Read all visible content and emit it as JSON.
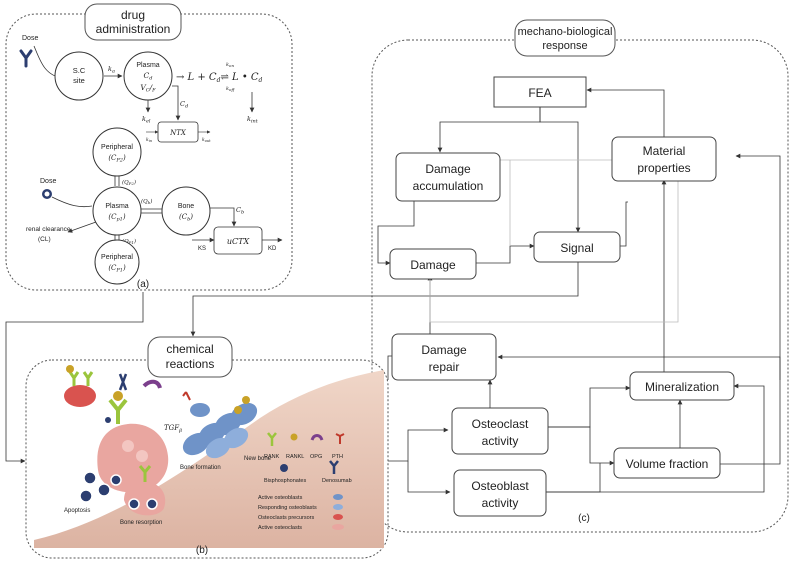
{
  "panel_a": {
    "title_line1": "drug",
    "title_line2": "administration",
    "caption": "(a)",
    "dose_label_top": "Dose",
    "dose_label_bottom": "Dose",
    "sc_site_line1": "S.C",
    "sc_site_line2": "site",
    "ka": "k",
    "ka_sub": "a",
    "plasma_top_line1": "Plasma",
    "plasma_top_line2": "C",
    "plasma_top_line2_sub": "d",
    "plasma_top_line3": "V",
    "plasma_top_line3_sub": "C",
    "plasma_top_line3_tail": "/",
    "plasma_top_line3_f": "F",
    "kel": "k",
    "kel_sub": "el",
    "reaction": "→ L + C",
    "reaction_sub": "d",
    "reaction_tail": "⇌ L • C",
    "reaction_tail_sub": "d",
    "kon": "k",
    "kon_sub": "on",
    "koff": "k",
    "koff_sub": "off",
    "kint": "k",
    "kint_sub": "int",
    "cd_arrow_label": "C",
    "cd_arrow_sub": "d",
    "ntx_label": "NTX",
    "ntx_kin": "k",
    "ntx_kin_sub": "in",
    "ntx_kout": "k",
    "ntx_kout_sub": "out",
    "peripheral_top_line1": "Peripheral",
    "peripheral_top_line2": "(C",
    "peripheral_top_line2_sub": "P2",
    "peripheral_top_line2_tail": ")",
    "qp2": "(Q",
    "qp2_sub": "P2",
    "qp2_tail": ")",
    "plasma_mid_line1": "Plasma",
    "plasma_mid_line2": "(C",
    "plasma_mid_line2_sub": "p1",
    "plasma_mid_line2_tail": ")",
    "qb": "(Q",
    "qb_sub": "b",
    "qb_tail": ")",
    "bone_line1": "Bone",
    "bone_line2": "(C",
    "bone_line2_sub": "b",
    "bone_line2_tail": ")",
    "cb": "C",
    "cb_sub": "b",
    "renal_line1": "renal clearance",
    "renal_line2": "(CL)",
    "qp1": "(Q",
    "qp1_sub": "P1",
    "qp1_tail": ")",
    "peripheral_bot_line1": "Peripheral",
    "peripheral_bot_line2": "(C",
    "peripheral_bot_line2_sub": "P1",
    "peripheral_bot_line2_tail": ")",
    "uctx": "uCTX",
    "ks": "KS",
    "kd": "KD"
  },
  "panel_b": {
    "title_line1": "chemical",
    "title_line2": "reactions",
    "caption": "(b)",
    "tgf": "TGF",
    "tgf_sub": "β",
    "new_bone": "New bone",
    "bone_formation": "Bone formation",
    "apoptosis": "Apoptosis",
    "bone_resorption": "Bone resorption",
    "legend_rank": "RANK",
    "legend_rankl": "RANKL",
    "legend_opg": "OPG",
    "legend_pth": "PTH",
    "legend_bisphosphonates": "Bisphosphonates",
    "legend_denosumab": "Denosumab",
    "legend_active_ob": "Active osteoblasts",
    "legend_responding_ob": "Responding osteoblasts",
    "legend_oc_precursors": "Osteoclasts precursors",
    "legend_active_oc": "Active osteoclasts"
  },
  "panel_c": {
    "title_line1": "mechano-biological",
    "title_line2": "response",
    "caption": "(c)",
    "fea": "FEA",
    "damage_accumulation_line1": "Damage",
    "damage_accumulation_line2": "accumulation",
    "material_properties_line1": "Material",
    "material_properties_line2": "properties",
    "damage": "Damage",
    "signal": "Signal",
    "damage_repair_line1": "Damage",
    "damage_repair_line2": "repair",
    "mineralization": "Mineralization",
    "osteoclast_line1": "Osteoclast",
    "osteoclast_line2": "activity",
    "osteoblast_line1": "Osteoblast",
    "osteoblast_line2": "activity",
    "volume_fraction": "Volume fraction"
  },
  "colors": {
    "line": "#333333",
    "box_stroke": "#444444",
    "dashed": "#555555",
    "bone_fill": "#e8cbbd",
    "cell_pink": "#e9a6a0",
    "cell_red": "#d9534f",
    "cell_blue": "#6f93c8",
    "rank_green": "#9bc53d",
    "rankl_gold": "#c9a227",
    "opg_purple": "#7b3f8c",
    "pth_red": "#c0392b",
    "drug_navy": "#2c3e70"
  }
}
